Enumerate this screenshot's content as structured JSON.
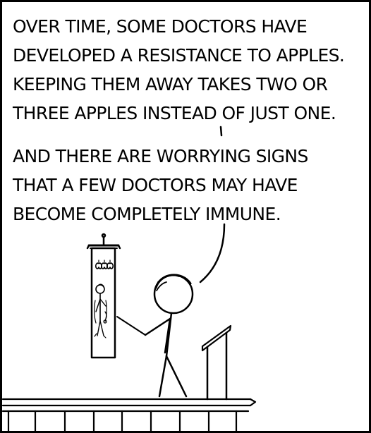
{
  "caption_top": {
    "lines": [
      "OVER TIME, SOME DOCTORS HAVE",
      "DEVELOPED A RESISTANCE TO APPLES.",
      "KEEPING THEM AWAY TAKES TWO OR",
      "THREE APPLES INSTEAD OF JUST ONE."
    ]
  },
  "caption_bottom": {
    "lines": [
      "AND THERE ARE WORRYING SIGNS",
      "THAT A FEW DOCTORS MAY HAVE",
      "BECOME COMPLETELY IMMUNE."
    ]
  }
}
